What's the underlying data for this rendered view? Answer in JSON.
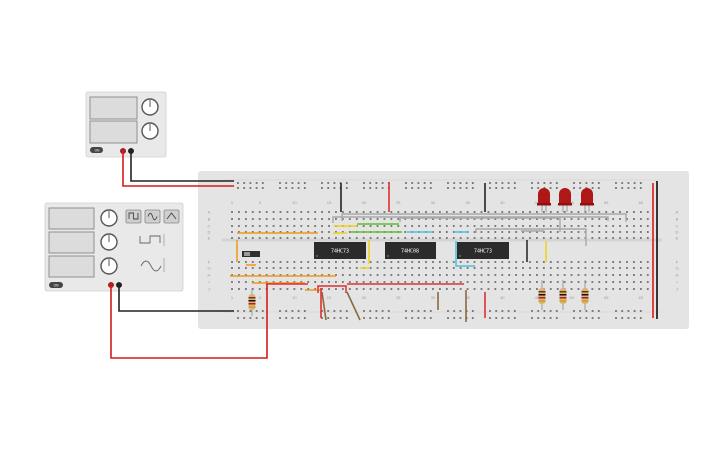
{
  "power_supply": {
    "on_label": "ON"
  },
  "function_generator": {
    "on_label": "ON"
  },
  "breadboard": {
    "column_numbers": [
      "1",
      "5",
      "10",
      "15",
      "20",
      "25",
      "30",
      "35",
      "40",
      "45",
      "50",
      "55",
      "60"
    ],
    "row_letters_top": [
      "A",
      "B",
      "C",
      "D",
      "E"
    ],
    "row_letters_bottom": [
      "F",
      "G",
      "H",
      "I",
      "J"
    ]
  },
  "chips": [
    {
      "label": "74HC73"
    },
    {
      "label": "74HC08"
    },
    {
      "label": "74HC73"
    }
  ],
  "colors": {
    "board": "#e4e4e4",
    "instrument_body": "#e9e9e9",
    "rail_red": "#e03030",
    "rail_black": "#222222",
    "chip": "#2b2b2b",
    "led": "#b01818",
    "wire_orange": "#f09a1a",
    "wire_yellow": "#f2d21a",
    "wire_green": "#5cc02a",
    "wire_cyan": "#4cc0d8",
    "wire_gray": "#a8a8a8",
    "wire_brown": "#8a6a40",
    "probe_red": "#d41c1c",
    "probe_black": "#222222"
  }
}
